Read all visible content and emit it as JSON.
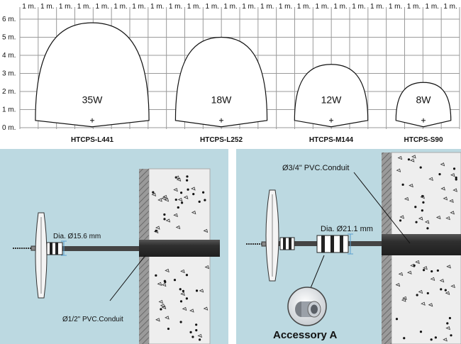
{
  "chart": {
    "x_tick": "1 m.",
    "y_ticks": [
      "0 m.",
      "1 m.",
      "2 m.",
      "3 m.",
      "4 m.",
      "5 m.",
      "6 m."
    ],
    "beams": [
      {
        "model": "HTCPS-L441",
        "power": "35W",
        "height_m": 5.8,
        "width_m": 6.2,
        "base_m": 0.4
      },
      {
        "model": "HTCPS-L252",
        "power": "18W",
        "height_m": 5.0,
        "width_m": 5.0,
        "base_m": 0.4
      },
      {
        "model": "HTCPS-M144",
        "power": "12W",
        "height_m": 3.5,
        "width_m": 4.0,
        "base_m": 0.4
      },
      {
        "model": "HTCPS-S90",
        "power": "8W",
        "height_m": 2.5,
        "width_m": 3.0,
        "base_m": 0.4
      }
    ]
  },
  "left_panel": {
    "diameter_label": "Dia. Ø15.6 mm",
    "conduit_label": "Ø1/2\" PVC.Conduit"
  },
  "right_panel": {
    "diameter_label": "Dia. Ø21.1 mm",
    "conduit_label": "Ø3/4\" PVC.Conduit",
    "accessory_label": "Accessory A"
  },
  "colors": {
    "panel_bg": "#bcd9e1",
    "wall_fill": "#eeeeee",
    "conduit": "#3a3a3a",
    "dimension_line": "#5aa0d0"
  }
}
